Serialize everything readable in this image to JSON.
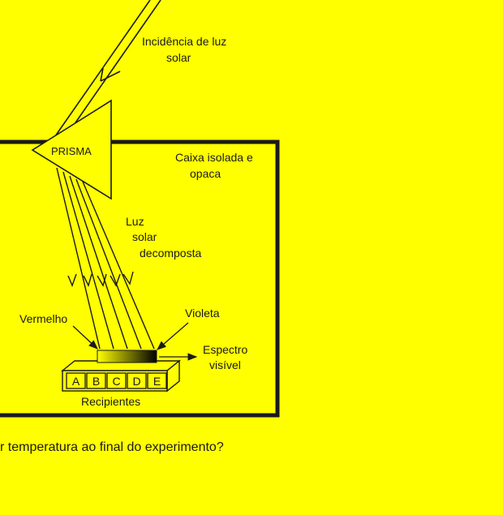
{
  "colors": {
    "background": "#ffff00",
    "line": "#1a1a1a",
    "spectrum_start": "#ffff00",
    "spectrum_end": "#000000"
  },
  "labels": {
    "incidence_line1": "Incidência de luz",
    "incidence_line2": "solar",
    "prism": "PRISMA",
    "box_line1": "Caixa isolada e",
    "box_line2": "opaca",
    "decomposed_line1": "Luz",
    "decomposed_line2": "solar",
    "decomposed_line3": "decomposta",
    "red": "Vermelho",
    "violet": "Violeta",
    "spectrum_line1": "Espectro",
    "spectrum_line2": "visível",
    "containers_caption": "Recipientes"
  },
  "containers": [
    "A",
    "B",
    "C",
    "D",
    "E"
  ],
  "question": "r temperatura ao final do experimento?"
}
